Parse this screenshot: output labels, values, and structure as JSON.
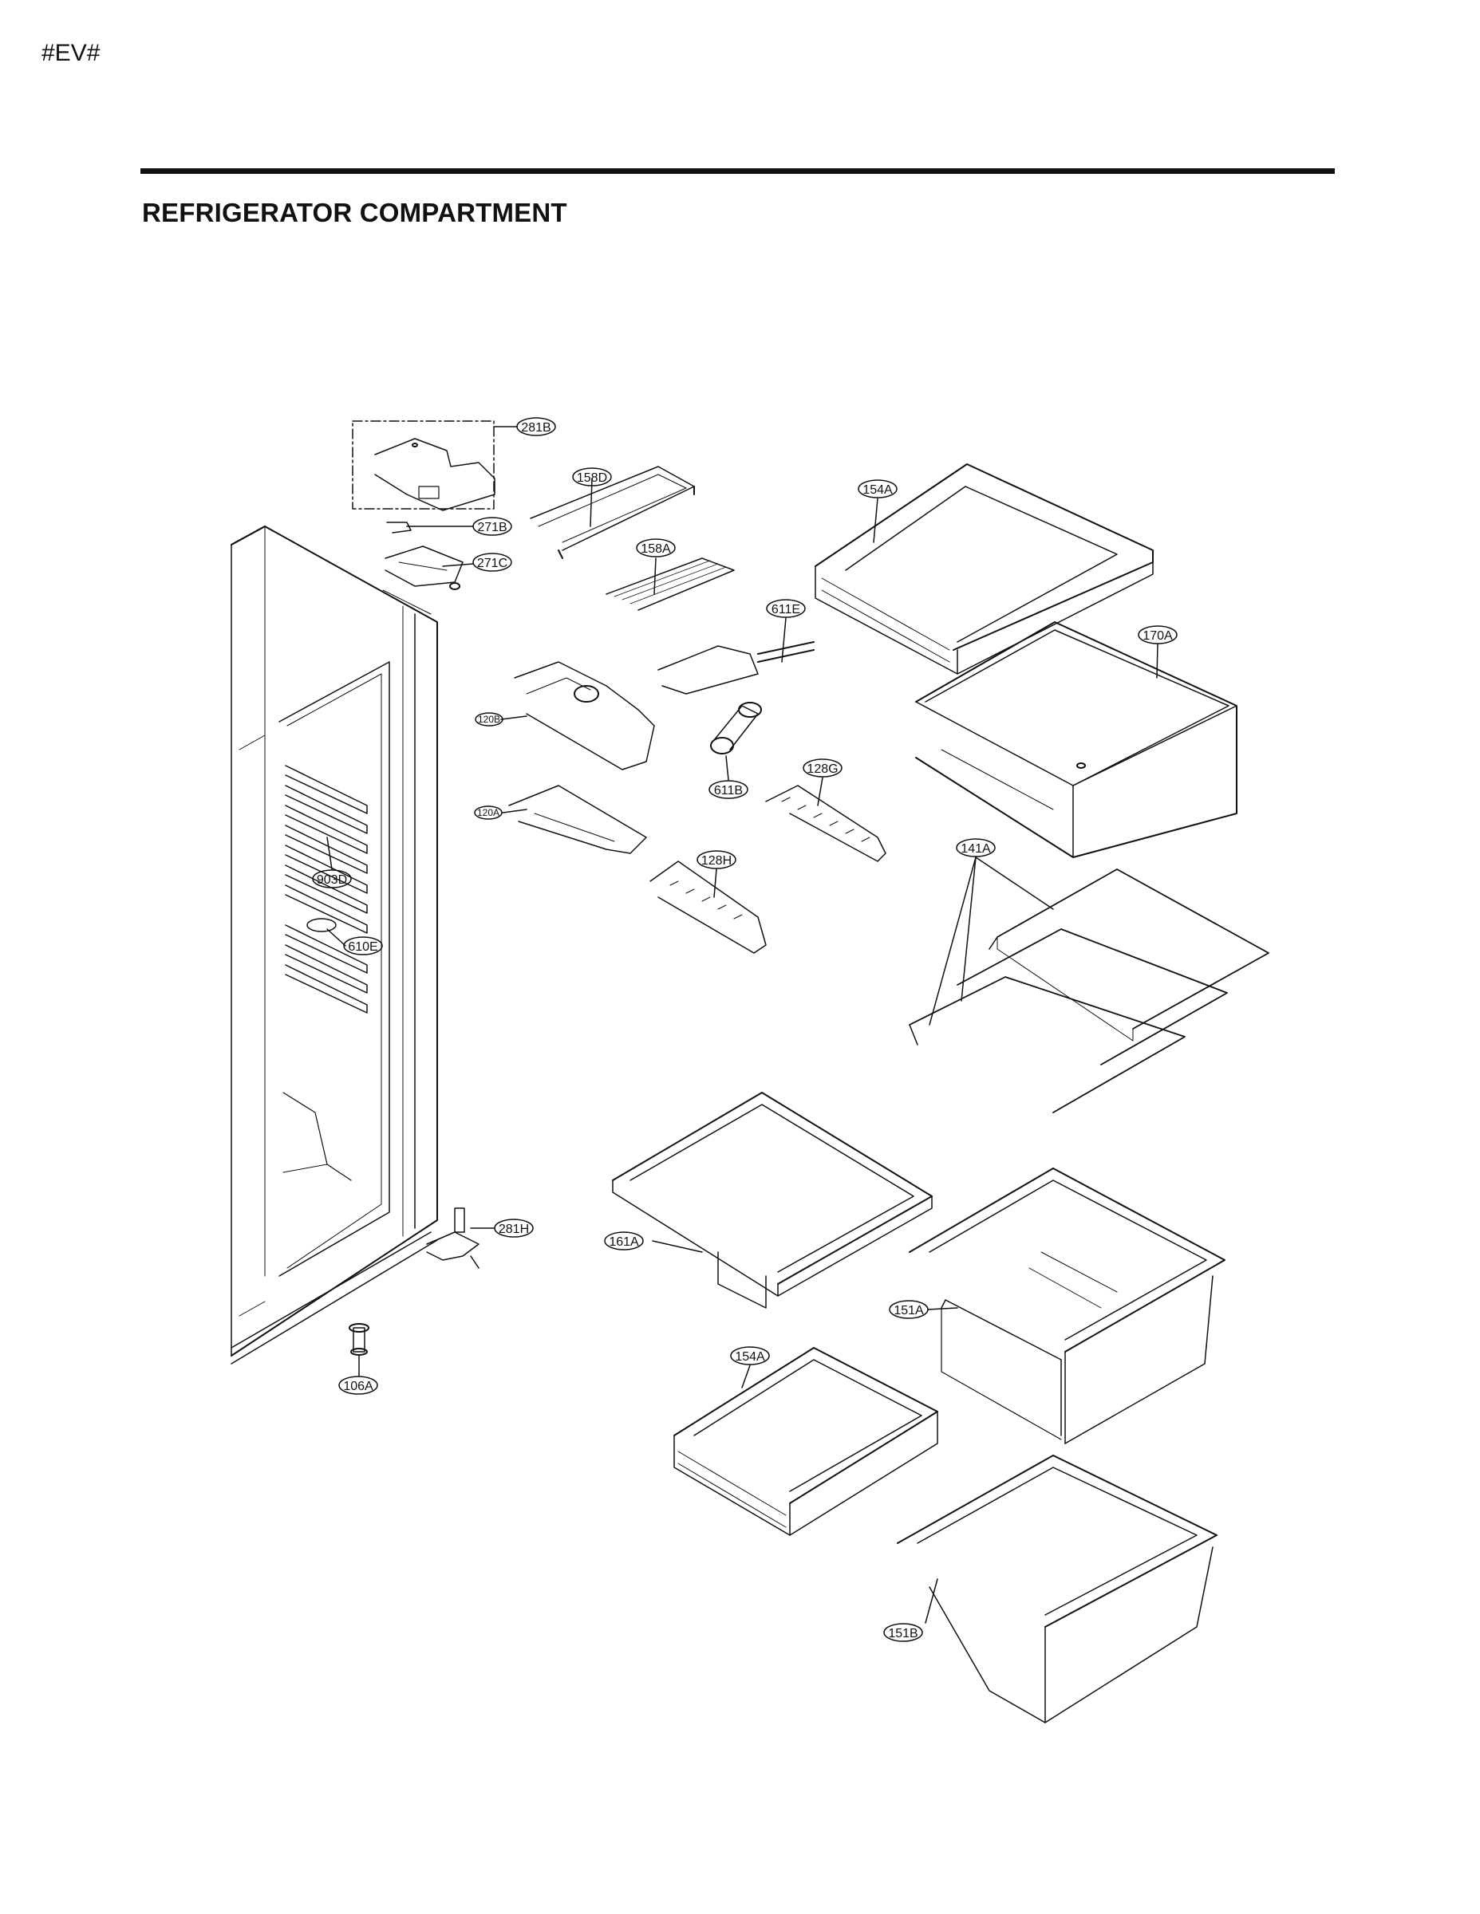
{
  "page_code": "#EV#",
  "title": "REFRIGERATOR COMPARTMENT",
  "callouts": [
    {
      "id": "c281B",
      "label": "281B"
    },
    {
      "id": "c158D",
      "label": "158D"
    },
    {
      "id": "c271B",
      "label": "271B"
    },
    {
      "id": "c271C",
      "label": "271C"
    },
    {
      "id": "c158A",
      "label": "158A"
    },
    {
      "id": "c154A_top",
      "label": "154A"
    },
    {
      "id": "c611E",
      "label": "611E"
    },
    {
      "id": "c170A",
      "label": "170A"
    },
    {
      "id": "c120B",
      "label": "120B"
    },
    {
      "id": "c611B",
      "label": "611B"
    },
    {
      "id": "c128G",
      "label": "128G"
    },
    {
      "id": "c120A",
      "label": "120A"
    },
    {
      "id": "c128H",
      "label": "128H"
    },
    {
      "id": "c141A",
      "label": "141A"
    },
    {
      "id": "c903D",
      "label": "903D"
    },
    {
      "id": "c610E",
      "label": "610E"
    },
    {
      "id": "c281H",
      "label": "281H"
    },
    {
      "id": "c161A",
      "label": "161A"
    },
    {
      "id": "c151A",
      "label": "151A"
    },
    {
      "id": "c154A_bottom",
      "label": "154A"
    },
    {
      "id": "c106A",
      "label": "106A"
    },
    {
      "id": "c151B",
      "label": "151B"
    }
  ]
}
